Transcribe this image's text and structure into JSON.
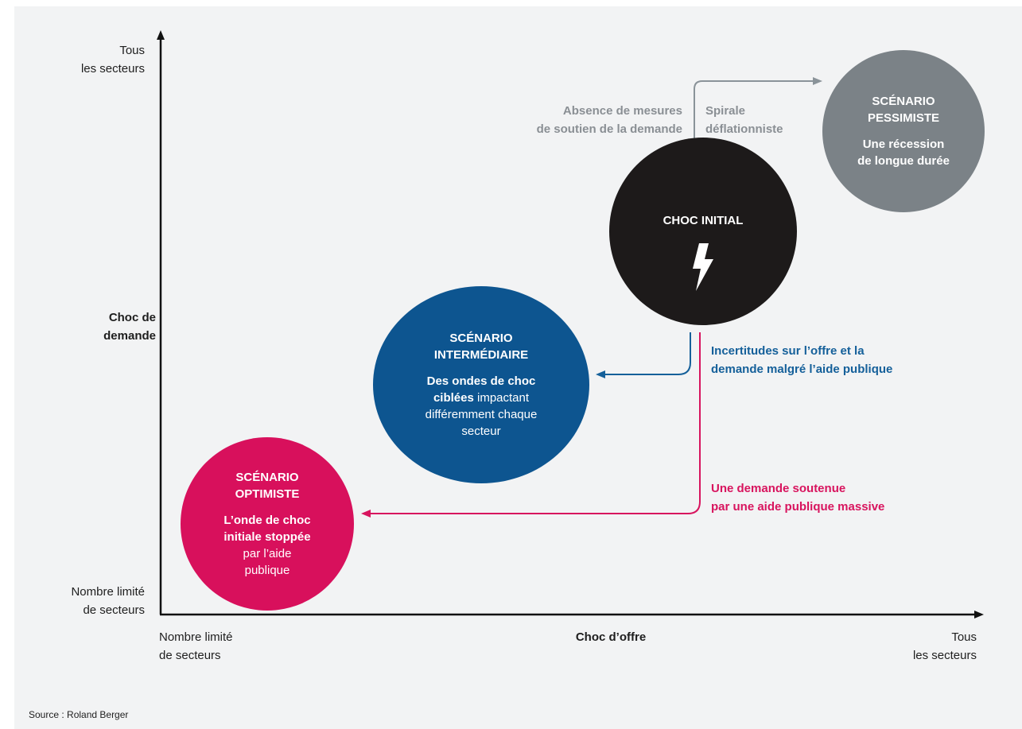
{
  "axes": {
    "y_top": "Tous\nles secteurs",
    "y_mid": "Choc de\ndemande",
    "y_bottom": "Nombre limité\nde secteurs",
    "x_left": "Nombre limité\nde secteurs",
    "x_mid": "Choc d’offre",
    "x_right": "Tous\nles secteurs"
  },
  "circles": {
    "pessimiste": {
      "title": "SCÉNARIO\nPESSIMISTE",
      "description": "Une récession\nde longue durée",
      "color": "#7b8287"
    },
    "initial": {
      "title": "CHOC INITIAL",
      "icon": "lightning-bolt-icon",
      "color": "#1d1a1a"
    },
    "intermediaire": {
      "title": "SCÉNARIO\nINTERMÉDIAIRE",
      "description_bold": "Des ondes de choc\nciblées",
      "description_rest": " impactant\ndifféremment chaque\nsecteur",
      "color": "#0d5590"
    },
    "optimiste": {
      "title": "SCÉNARIO\nOPTIMISTE",
      "description_bold": "L’onde de choc\ninitiale stoppée",
      "description_rest": "\npar l’aide\npublique",
      "color": "#d8105c"
    }
  },
  "annotations": {
    "absence": "Absence de mesures\nde soutien de la demande",
    "spirale": "Spirale\ndéflationniste",
    "incertitudes": "Incertitudes sur l’offre et la\ndemande malgré l’aide publique",
    "demande_soutenue": "Une demande soutenue\npar une aide publique massive"
  },
  "colors": {
    "axis": "#111111",
    "gray_arrow": "#8a9399",
    "blue_arrow": "#15609a",
    "pink_arrow": "#d8145e",
    "background": "#f2f3f4"
  },
  "source": "Source : Roland Berger"
}
